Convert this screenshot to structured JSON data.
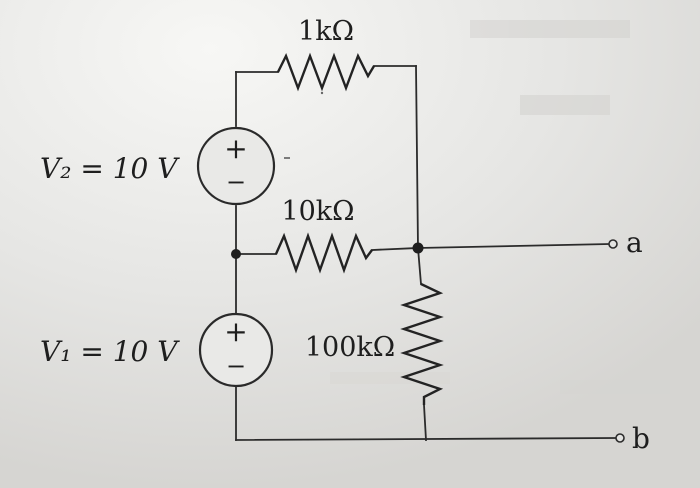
{
  "resistors": {
    "r1": "1kΩ",
    "r2": "10kΩ",
    "r3": "100kΩ"
  },
  "sources": {
    "v2": "V₂ = 10 V",
    "v1": "V₁ = 10 V",
    "plus": "+",
    "minus": "−"
  },
  "terminals": {
    "a": "a",
    "b": "b"
  },
  "colors": {
    "paper": "#e3e3e1",
    "ink": "#2b2b2b"
  }
}
